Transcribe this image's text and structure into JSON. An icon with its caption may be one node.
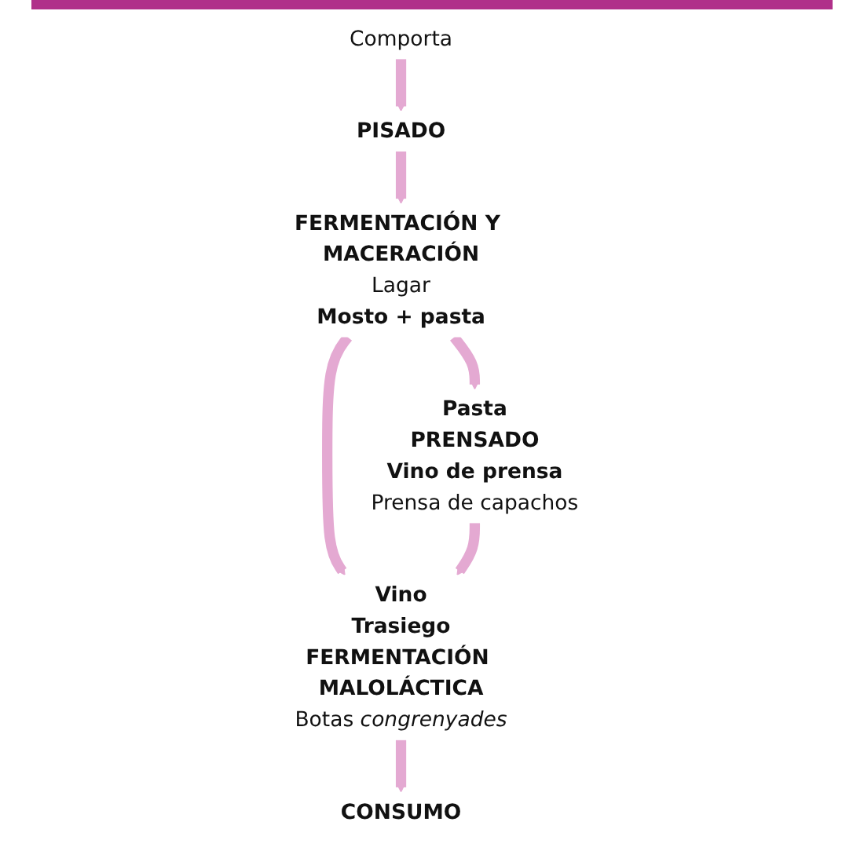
{
  "diagram": {
    "nodes": [
      {
        "text": [
          "Comporta"
        ]
      },
      {
        "text": [
          "PISADO"
        ]
      },
      {
        "text": [
          "FERMENTACIÓN Y MACERACIÓN",
          "Lagar",
          "Mosto + pasta"
        ]
      },
      {
        "text": [
          "Vino",
          "Trasiego",
          "FERMENTACIÓN MALOLÁCTICA",
          "Botas *congrenyades*"
        ]
      },
      {
        "text": [
          "Pasta",
          "PRENSADO",
          "Vino de prensa",
          "Prensa de capachos"
        ]
      },
      {
        "text": [
          "CONSUMO"
        ]
      }
    ],
    "edges": [
      {
        "from": 0,
        "to": 1,
        "arrow": "to"
      },
      {
        "from": 1,
        "to": 2,
        "arrow": "to"
      },
      {
        "from": 2,
        "to": 3,
        "arrow": "to"
      },
      {
        "from": 2,
        "to": 4,
        "arrow": "to"
      },
      {
        "from": 4,
        "to": 3,
        "arrow": "to"
      },
      {
        "from": 3,
        "to": 5,
        "arrow": "to"
      }
    ]
  }
}
